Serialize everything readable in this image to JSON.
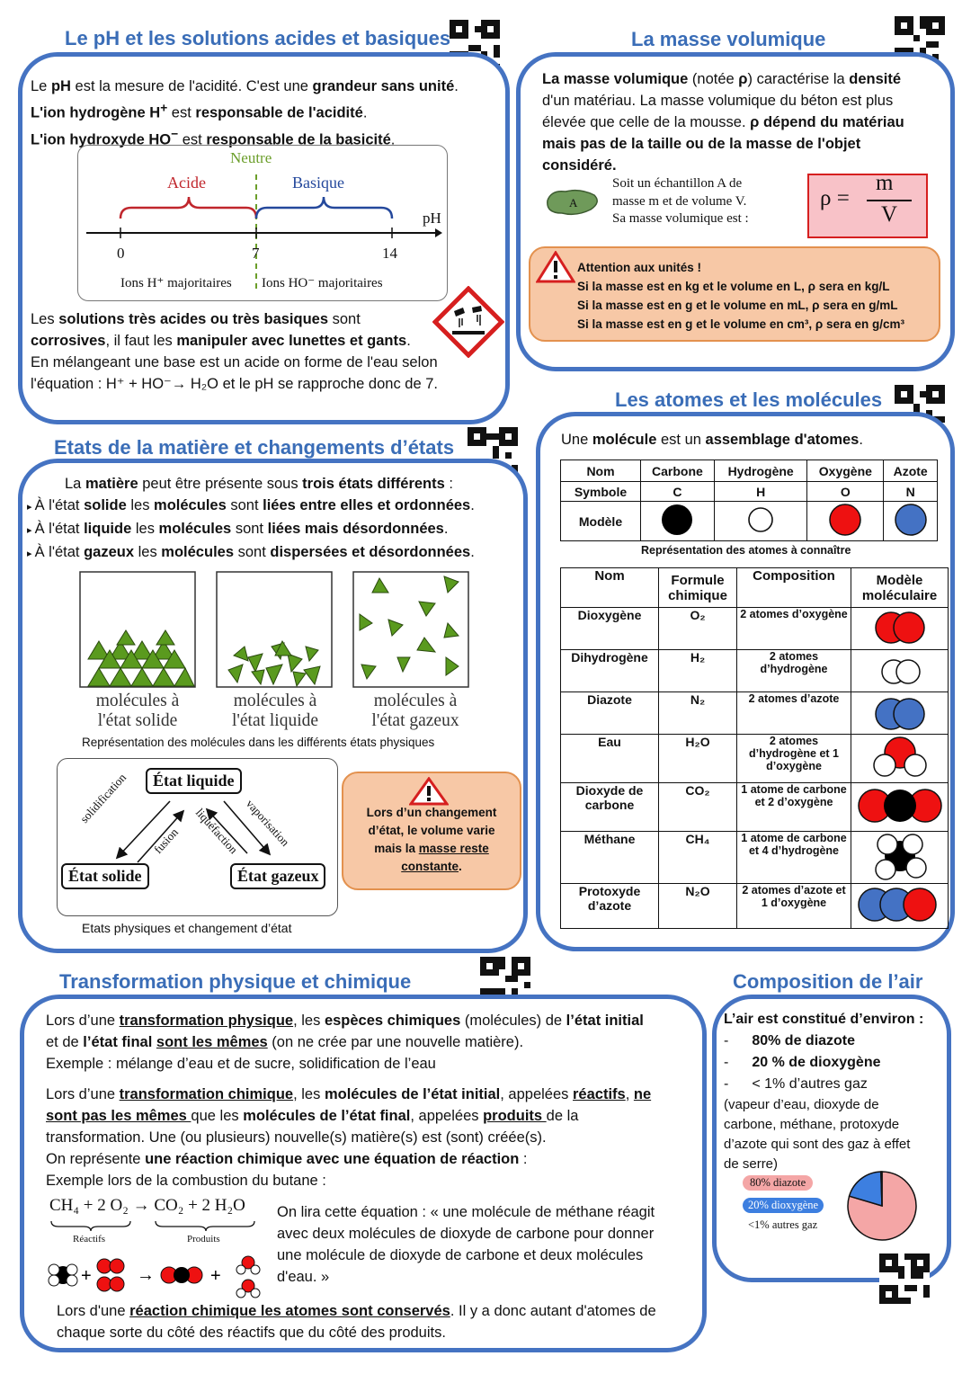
{
  "ph": {
    "title": "Le pH et les solutions acides et basiques",
    "l1a": "Le ",
    "l1b": "pH",
    "l1c": " est la mesure de l'acidité. C'est une ",
    "l1d": "grandeur sans unité",
    "l1e": ".",
    "l2a": "L'ion hydrogène H",
    "l2sup": "+",
    "l2b": " est ",
    "l2c": "responsable de l'acidité",
    "l2d": ".",
    "l3a": "L'ion hydroxyde HO",
    "l3sup": "−",
    "l3b": " est ",
    "l3c": "responsable de la basicité",
    "l3d": ".",
    "scale": {
      "neutre": "Neutre",
      "acide": "Acide",
      "basique": "Basique",
      "axis": "pH",
      "t0": "0",
      "t7": "7",
      "t14": "14",
      "ions_h": "Ions H⁺ majoritaires",
      "ions_ho": "Ions HO⁻ majoritaires"
    },
    "p1a": "Les ",
    "p1b": "solutions très acides ou très basiques",
    "p1c": " sont",
    "p2a": "corrosives",
    "p2b": ", il faut les ",
    "p2c": "manipuler avec lunettes et gants",
    "p2d": ".",
    "p3": "En mélangeant une base est un acide on forme de l'eau selon",
    "p4": "l'équation : H⁺ + HO⁻→ H₂O et le pH se rapproche donc de 7."
  },
  "masse": {
    "title": "La masse volumique",
    "l1a": "La masse volumique",
    "l1b": " (notée ",
    "l1c": "ρ",
    "l1d": ") caractérise la ",
    "l1e": "densité",
    "l2": "d'un matériau. La masse volumique du béton est plus",
    "l3a": "élevée que celle de la mousse. ",
    "l3b": "ρ dépend du matériau",
    "l4": "mais pas de la taille ou de la masse de l'objet",
    "l5": "considéré.",
    "sample_label": "A",
    "s1": "Soit un échantillon A de",
    "s2": "masse m et de volume V.",
    "s3": "Sa masse volumique est :",
    "formula_rho": "ρ =",
    "formula_m": "m",
    "formula_v": "V",
    "w0": "Attention aux unités !",
    "w1": "Si la masse est en kg et le volume en L, ρ sera en kg/L",
    "w2": "Si la masse est en g et le volume en mL, ρ sera en g/mL",
    "w3": "Si la masse est en g et le volume en cm³, ρ sera en g/cm³"
  },
  "etats": {
    "title": "Etats de la matière et changements d’états",
    "i0a": "La ",
    "i0b": "matière",
    "i0c": " peut être présente sous ",
    "i0d": "trois états différents",
    "i0e": " :",
    "i1a": "À l'état ",
    "i1b": "solide",
    "i1c": " les ",
    "i1d": "molécules",
    "i1e": " sont ",
    "i1f": "liées entre elles et ordonnées",
    "i1g": ".",
    "i2a": "À l'état ",
    "i2b": "liquide",
    "i2c": " les ",
    "i2d": "molécules",
    "i2e": " sont ",
    "i2f": "liées mais désordonnées",
    "i2g": ".",
    "i3a": "À l'état ",
    "i3b": "gazeux",
    "i3c": " les ",
    "i3d": "molécules",
    "i3e": " sont ",
    "i3f": "dispersées et désordonnées",
    "i3g": ".",
    "c1a": "molécules à",
    "c1b": "l'état solide",
    "c2a": "molécules à",
    "c2b": "l'état liquide",
    "c3a": "molécules à",
    "c3b": "l'état gazeux",
    "caption1": "Représentation des molécules dans les différents états physiques",
    "liquide": "État liquide",
    "solide": "État solide",
    "gazeux": "État gazeux",
    "solidification": "solidification",
    "fusion": "fusion",
    "liquefaction": "liquéfaction",
    "vaporisation": "vaporisation",
    "caption2": "Etats physiques et changement d’état",
    "w1": "Lors d’un changement",
    "w2": "d’état, le volume varie",
    "w3a": "mais la ",
    "w3b": "masse reste",
    "w4a": "constante",
    "w4b": "."
  },
  "atomes": {
    "title": "Les atomes et les molécules",
    "intro_a": "Une ",
    "intro_b": "molécule",
    "intro_c": " est un ",
    "intro_d": "assemblage d'atomes",
    "intro_e": ".",
    "t1_head": [
      "Nom",
      "Carbone",
      "Hydrogène",
      "Oxygène",
      "Azote"
    ],
    "t1_sym": [
      "Symbole",
      "C",
      "H",
      "O",
      "N"
    ],
    "t1_model": "Modèle",
    "t1_caption": "Représentation des atomes à connaître",
    "t2_head": [
      "Nom",
      "Formule chimique",
      "Composition",
      "Modèle moléculaire"
    ],
    "rows": [
      {
        "nom": "Dioxygène",
        "formule": "O₂",
        "comp": "2 atomes d’oxygène"
      },
      {
        "nom": "Dihydrogène",
        "formule": "H₂",
        "comp": "2 atomes d’hydrogène"
      },
      {
        "nom": "Diazote",
        "formule": "N₂",
        "comp": "2 atomes d’azote"
      },
      {
        "nom": "Eau",
        "formule": "H₂O",
        "comp": "2 atomes d’hydrogène et 1 d’oxygène"
      },
      {
        "nom": "Dioxyde de carbone",
        "formule": "CO₂",
        "comp": "1 atome de carbone et 2 d’oxygène"
      },
      {
        "nom": "Méthane",
        "formule": "CH₄",
        "comp": "1 atome de carbone et 4 d’hydrogène"
      },
      {
        "nom": "Protoxyde d’azote",
        "formule": "N₂O",
        "comp": "2 atomes d’azote et 1 d’oxygène"
      }
    ],
    "colors": {
      "carbone": "#000000",
      "hydrogene": "#ffffff",
      "oxygene": "#ee1111",
      "azote": "#4472c4"
    }
  },
  "transfo": {
    "title": "Transformation physique et chimique",
    "a1a": "Lors d’une ",
    "a1b": "transformation physique",
    "a1c": ", les ",
    "a1d": "espèces chimiques",
    "a1e": " (molécules) de ",
    "a1f": "l’état initial",
    "a2a": "et de ",
    "a2b": "l’état final",
    "a2c": " ",
    "a2d": "sont les mêmes",
    "a2e": " (on ne crée par une nouvelle matière).",
    "a3": "Exemple : mélange d’eau et de sucre, solidification de l’eau",
    "b1a": "Lors d’une ",
    "b1b": "transformation chimique",
    "b1c": ", les ",
    "b1d": "molécules de l’état initial",
    "b1e": ", appelées ",
    "b1f": "réactifs",
    "b1g": ", ",
    "b1h": "ne",
    "b2a": "sont pas les mêmes ",
    "b2b": "que les ",
    "b2c": "molécules de l’état final",
    "b2d": ", appelées ",
    "b2e": "produits ",
    "b2f": "de la",
    "b3": "transformation. Une (ou plusieurs) nouvelle(s) matière(s) est (sont) créée(s).",
    "b4a": "On représente ",
    "b4b": "une réaction chimique avec une équation de réaction",
    "b4c": " :",
    "b5": "Exemple lors de la combustion du butane :",
    "eq": "CH₄ + 2 O₂ → CO₂ + 2 H₂O",
    "reactifs": "Réactifs",
    "produits": "Produits",
    "r1": "On lira cette équation : « une molécule de méthane réagit",
    "r2": "avec deux molécules de dioxyde de carbone pour donner",
    "r3": "une molécule de dioxyde de carbone et deux molécules",
    "r4": "d'eau. »",
    "c1a": "Lors d'une ",
    "c1b": "réaction chimique les atomes sont conservés",
    "c1c": ". Il y a donc autant d'atomes de",
    "c2": "chaque sorte du côté des réactifs que du côté des produits."
  },
  "air": {
    "title": "Composition de l’air",
    "intro": "L’air est constitué d’environ :",
    "b1": "80% de diazote",
    "b2": "20 % de dioxygène",
    "b3": "< 1% d’autres gaz",
    "p1": "(vapeur d’eau, dioxyde de",
    "p2": "carbone, méthane, protoxyde",
    "p3": "d’azote qui sont des gaz à effet",
    "p4": "de serre)",
    "dash": "-"
  },
  "chart_data": {
    "type": "pie",
    "categories": [
      "80% diazote",
      "20% dioxygène",
      "<1% autres gaz"
    ],
    "values": [
      80,
      20,
      0.5
    ],
    "colors": [
      "#f4a6a6",
      "#3d7fe0",
      "#ffffff"
    ]
  }
}
